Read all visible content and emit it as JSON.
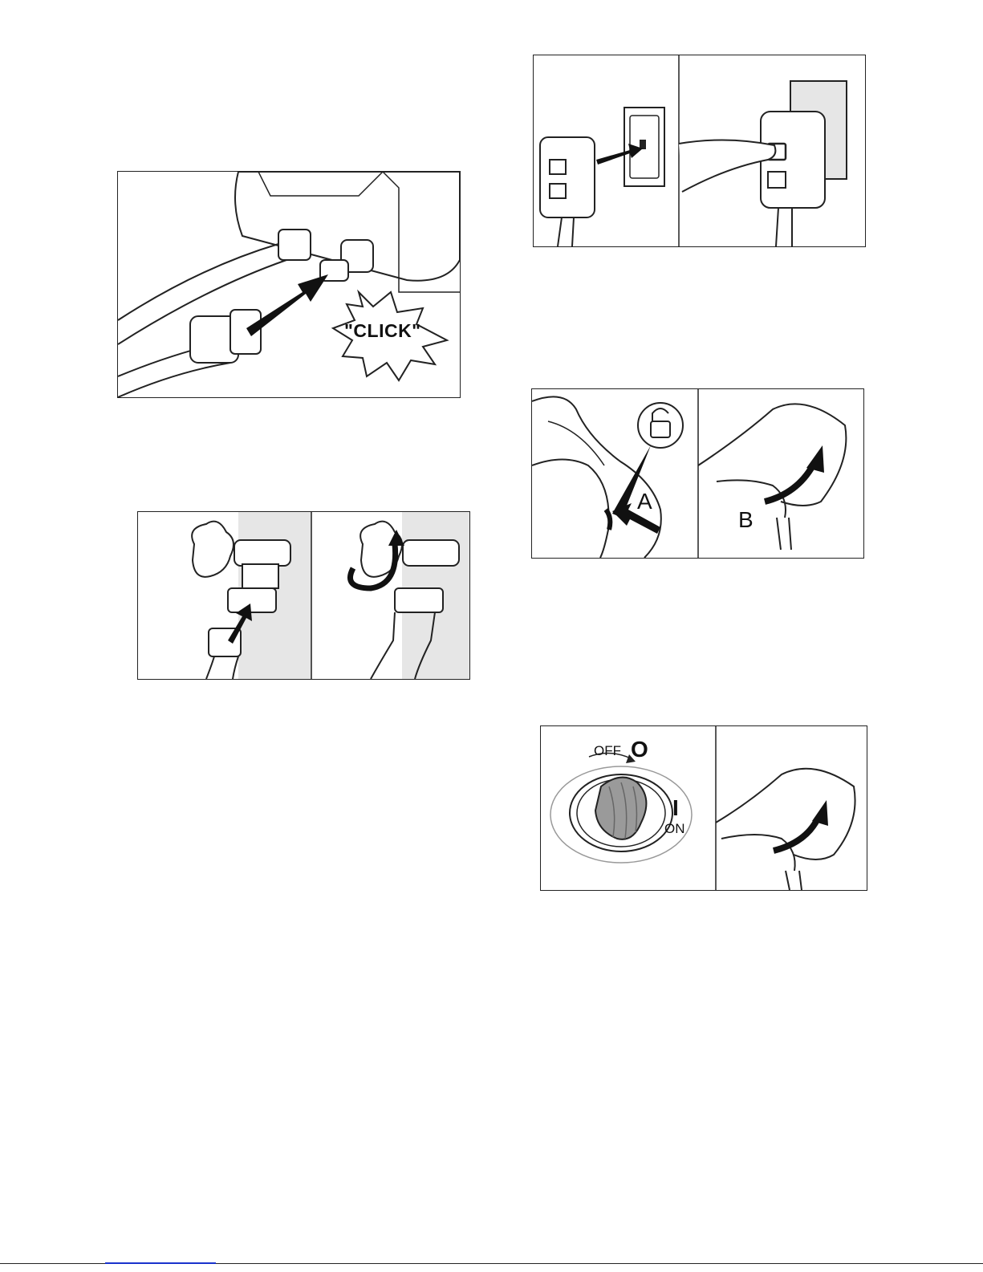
{
  "figures": {
    "hose_connect": {
      "callout": "\"CLICK\""
    },
    "trigger_lock": {
      "label_a": "A",
      "label_b": "B"
    },
    "power_switch": {
      "off_label": "OFF",
      "off_symbol": "O",
      "on_label": "ON",
      "on_symbol": "I"
    }
  },
  "colors": {
    "line": "#222222",
    "shade": "#e6e6e6",
    "knob": "#9a9a9a"
  }
}
